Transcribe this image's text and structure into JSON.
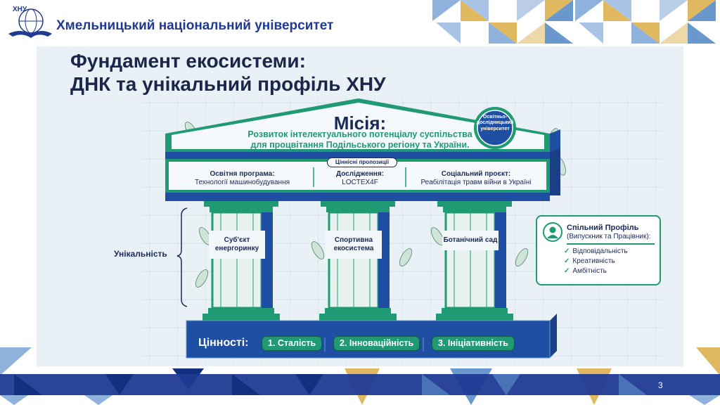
{
  "header": {
    "logo_text": "ХНУ",
    "university": "Хмельницький національний університет"
  },
  "slide": {
    "title_line1": "Фундамент екосистеми:",
    "title_line2": "ДНК та унікальний профіль ХНУ",
    "mission": {
      "title": "Місія:",
      "text_line1": "Розвиток інтелектуального потенціалу суспільства",
      "text_line2": "для процвітання Подільського регіону та України."
    },
    "badge": "Освітньо-дослідницький університет",
    "value_props": {
      "label": "Ціннісні пропозиції",
      "items": [
        {
          "title": "Освітня програма:",
          "text": "Технології машинобудування"
        },
        {
          "title": "Дослідження:",
          "text": "LOCTEX4F"
        },
        {
          "title": "Соціальний проєкт:",
          "text": "Реабілітація травм війни в Україні"
        }
      ]
    },
    "uniqueness_label": "Унікальність",
    "pillars": [
      "Суб'єкт енергоринку",
      "Спортивна екосистема",
      "Ботанічний сад"
    ],
    "values": {
      "label": "Цінності:",
      "items": [
        "1. Сталість",
        "2. Інноваційність",
        "3. Ініціативність"
      ]
    },
    "profile": {
      "title": "Спільний Профіль",
      "subtitle": "(Випускник та Працівник):",
      "items": [
        "Відповідальність",
        "Креативність",
        "Амбітність"
      ]
    }
  },
  "footer": {
    "page_number": "3"
  },
  "colors": {
    "navy": "#1a2a5a",
    "blue": "#1f4fa3",
    "green": "#1f9a73",
    "gold": "#e0b860",
    "light_blue": "#6a98cc"
  }
}
